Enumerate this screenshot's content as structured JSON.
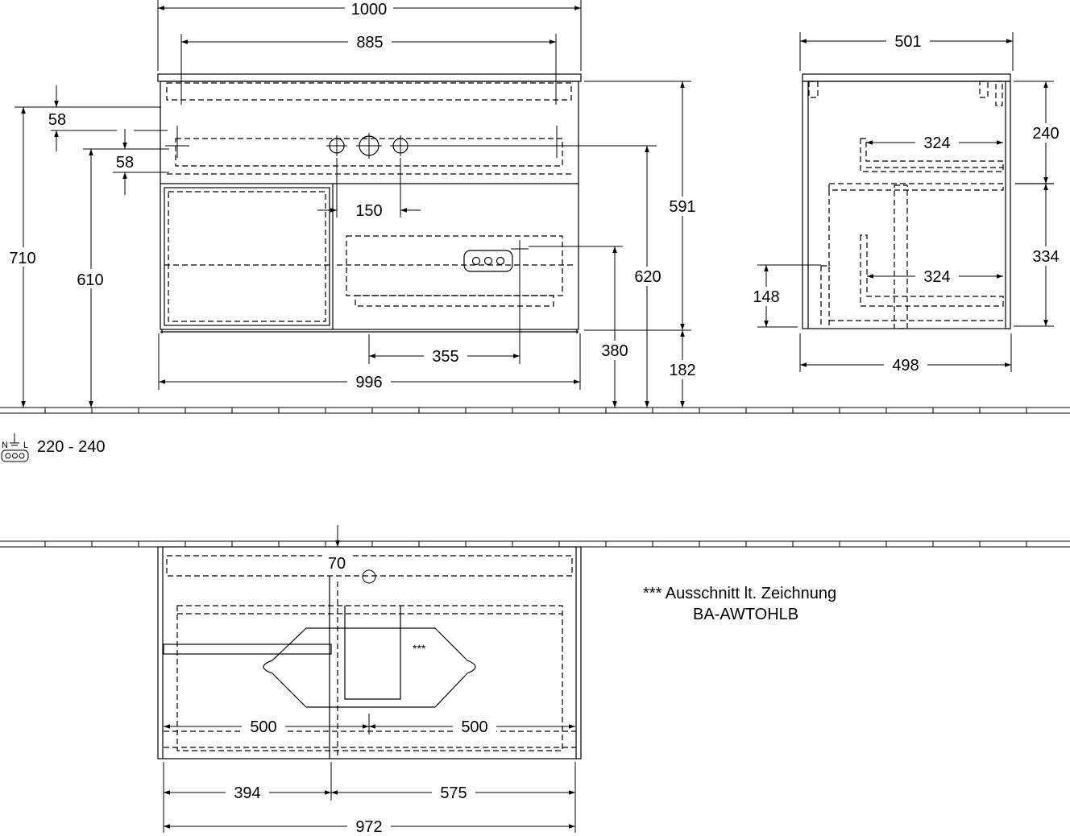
{
  "front_view": {
    "dims": {
      "overall_width": "1000",
      "inner_width": "885",
      "top_offset_a": "58",
      "top_offset_b": "58",
      "height_total": "710",
      "height_610": "610",
      "tap_spacing": "150",
      "height_591": "591",
      "height_620": "620",
      "socket_offset": "355",
      "socket_height": "380",
      "floor_gap": "182",
      "base_width": "996"
    }
  },
  "side_view": {
    "dims": {
      "depth_top": "501",
      "upper_height": "240",
      "shelf_upper": "324",
      "lower_height": "334",
      "shelf_lower": "324",
      "socket_height": "148",
      "depth_bottom": "498"
    }
  },
  "electrical": {
    "label": "N",
    "label_l": "L",
    "voltage": "220 - 240"
  },
  "top_view": {
    "dims": {
      "drain_offset": "70",
      "left_half": "500",
      "right_half": "500",
      "left_section": "394",
      "right_section": "575",
      "inner_total": "972"
    },
    "cutout_mark": "***"
  },
  "note": {
    "line1": "*** Ausschnitt lt. Zeichnung",
    "line2": "BA-AWTOHLB"
  }
}
